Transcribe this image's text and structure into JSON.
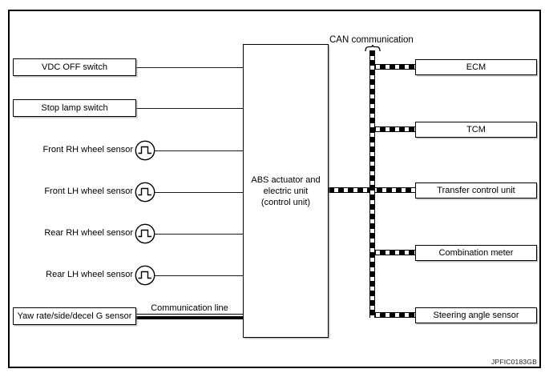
{
  "diagram": {
    "title": "CAN communication",
    "communication_line_label": "Communication line",
    "figure_code": "JPFIC0183GB",
    "center_unit_label": "ABS actuator and\nelectric unit\n(control unit)",
    "left_boxes": [
      "VDC OFF switch",
      "Stop lamp switch"
    ],
    "wheel_sensors": [
      "Front RH wheel sensor",
      "Front LH wheel sensor",
      "Rear RH wheel sensor",
      "Rear LH wheel sensor"
    ],
    "yaw_sensor_label": "Yaw rate/side/decel G sensor",
    "right_boxes": [
      "ECM",
      "TCM",
      "Transfer control unit",
      "Combination meter",
      "Steering angle sensor"
    ],
    "icons": {
      "wheel_sensor_symbol": "pulse-wave-icon",
      "can_line_style": "black-white-dashed-bus",
      "label_brace": "over-brace-icon"
    },
    "colors": {
      "line": "#000000",
      "background": "#ffffff",
      "box_fill": "#ffffff"
    }
  }
}
